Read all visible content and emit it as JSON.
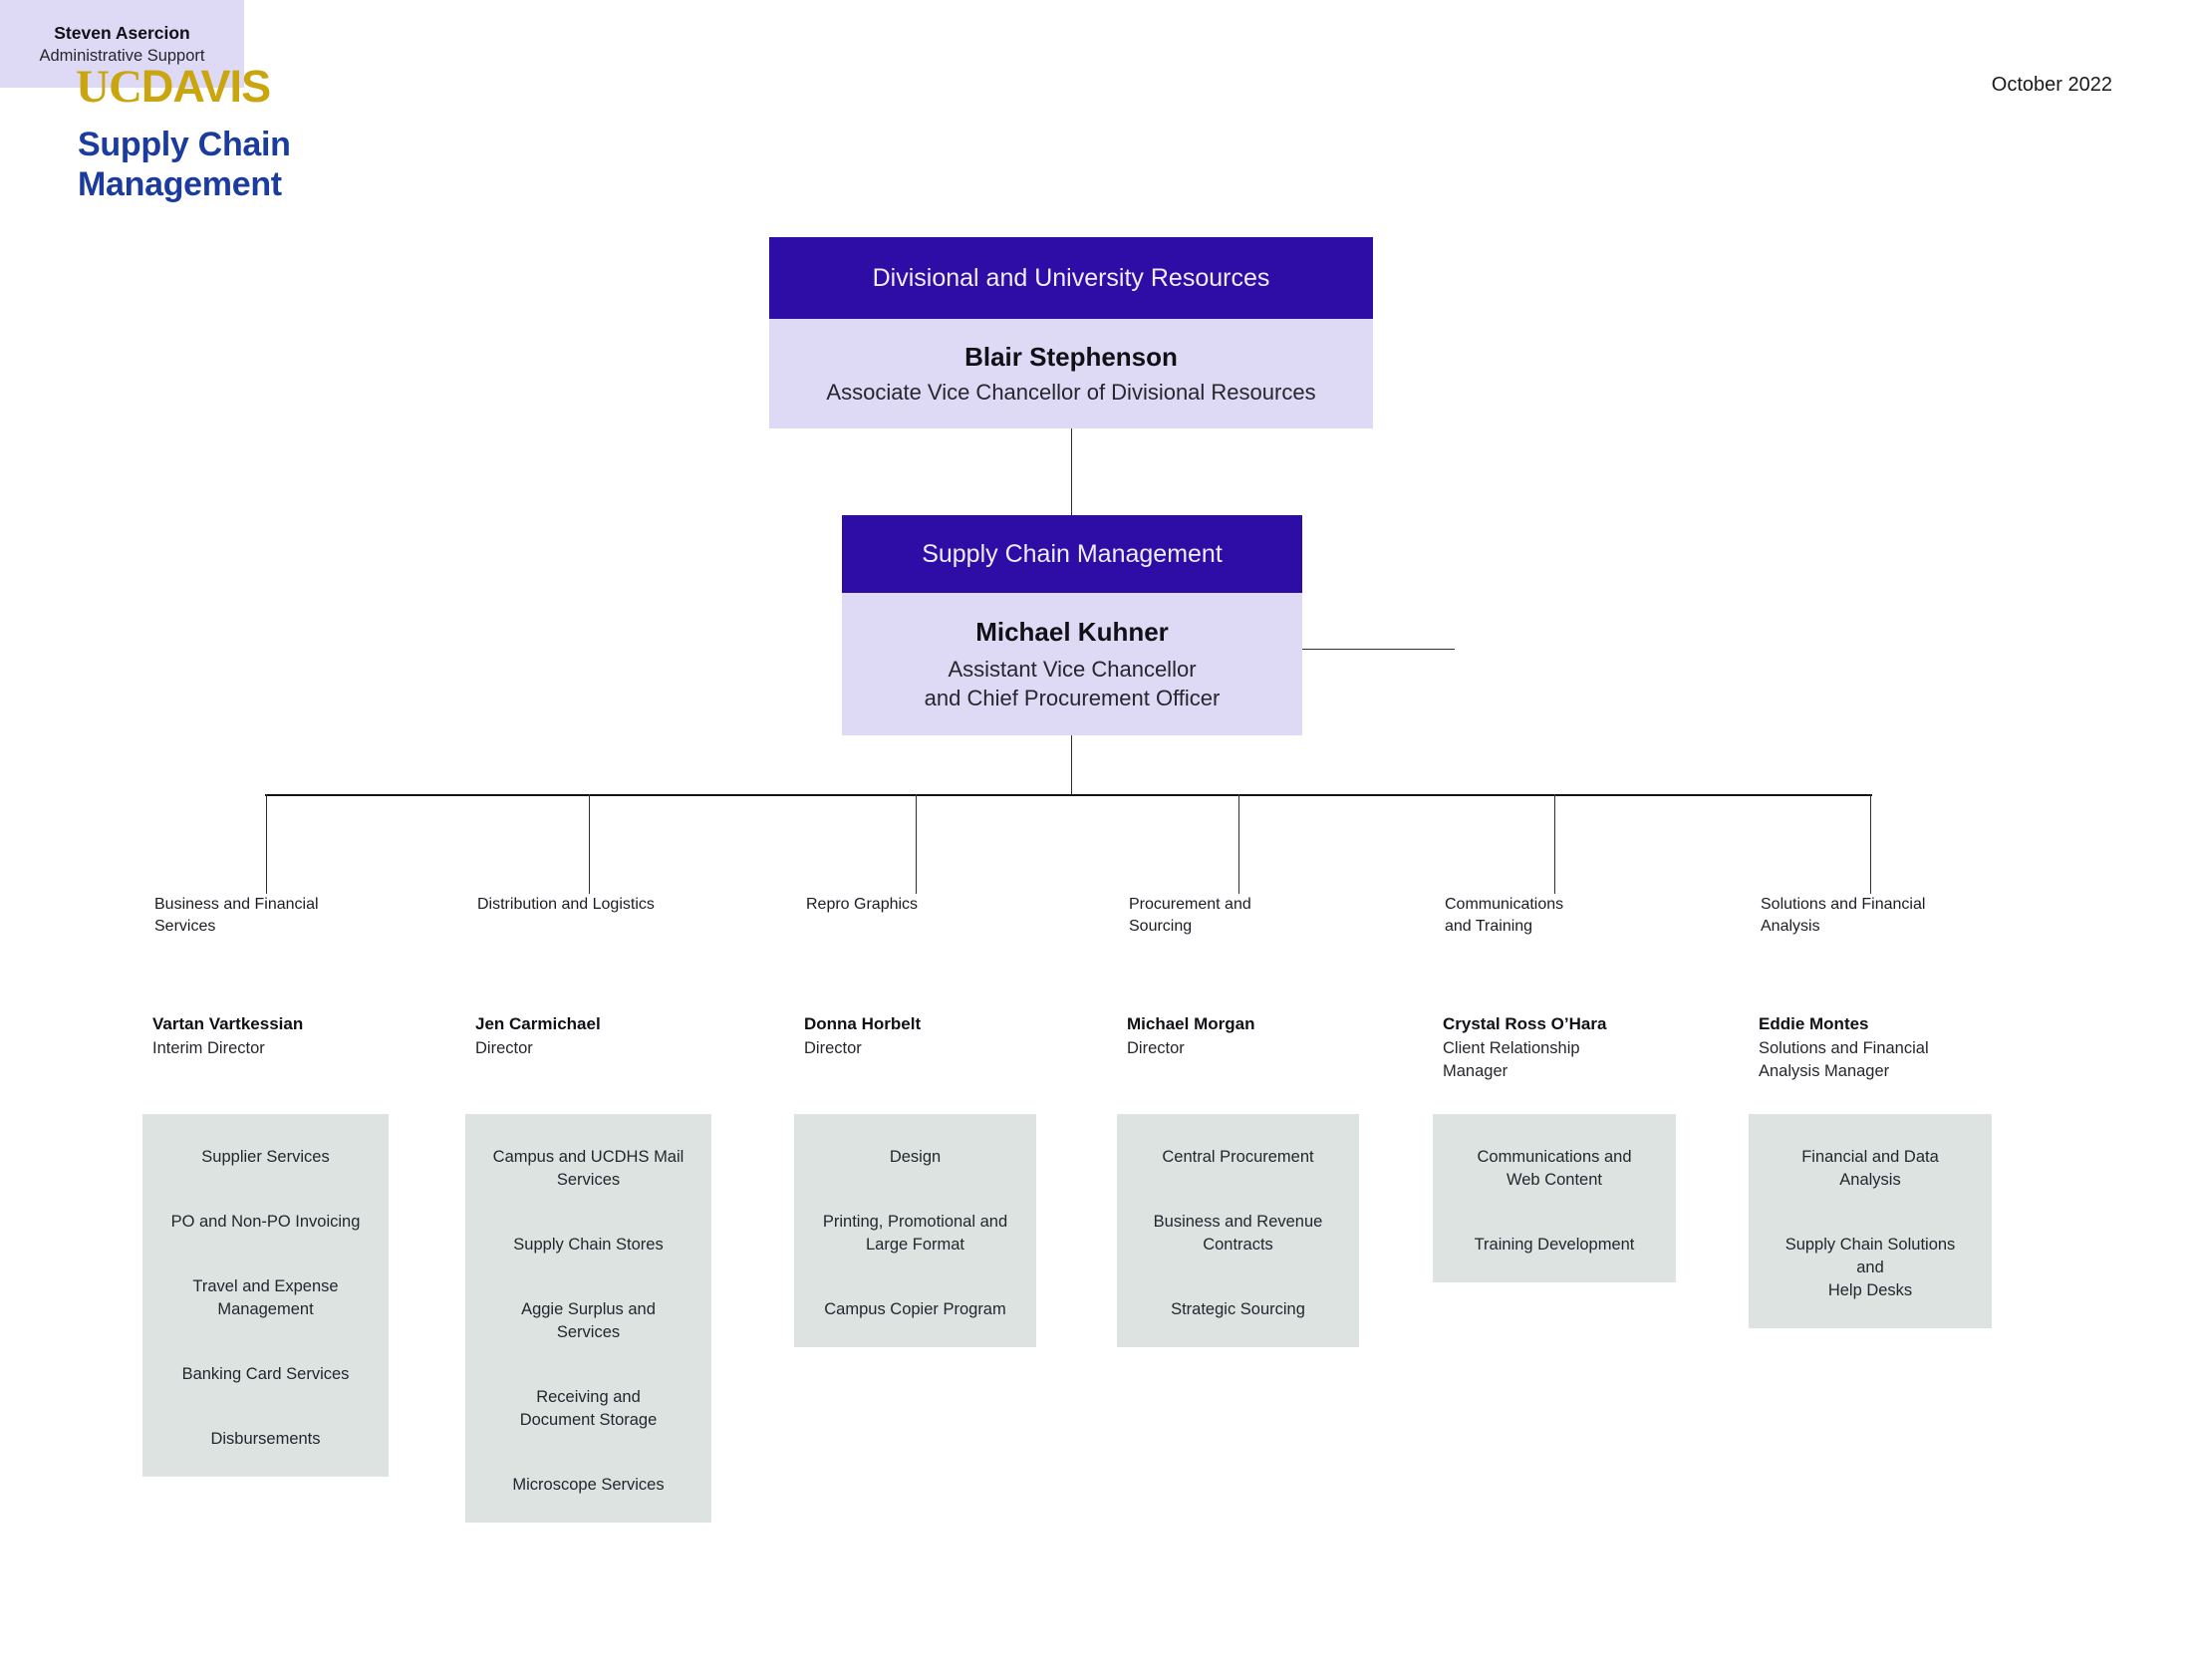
{
  "page": {
    "date": "October 2022"
  },
  "logo": {
    "uc": "UC",
    "davis": "DAVIS",
    "title": "Supply Chain\nManagement"
  },
  "colors": {
    "unit_header_bg": "#2E0DA6",
    "person_bg": "#DED9F4",
    "services_bg": "#DCE3E1",
    "logo_gold": "#C9A60E",
    "logo_blue": "#1B3C9E"
  },
  "org": {
    "root": {
      "dept": "Divisional and University Resources",
      "name": "Blair Stephenson",
      "title": "Associate Vice Chancellor of Divisional Resources"
    },
    "avc": {
      "dept": "Supply Chain Management",
      "name": "Michael Kuhner",
      "title": "Assistant Vice Chancellor\nand Chief Procurement Officer"
    },
    "support": {
      "name": "Steven Asercion",
      "title": "Administrative Support"
    },
    "units": [
      {
        "dept": "Business and Financial\nServices",
        "name": "Vartan Vartkessian",
        "title": "Interim Director",
        "services": [
          "Supplier Services",
          "PO and Non-PO Invoicing",
          "Travel and Expense\nManagement",
          "Banking Card Services",
          "Disbursements"
        ]
      },
      {
        "dept": "Distribution and Logistics",
        "name": "Jen Carmichael",
        "title": "Director",
        "services": [
          "Campus and UCDHS Mail\nServices",
          "Supply Chain Stores",
          "Aggie Surplus and\nServices",
          "Receiving and\nDocument Storage",
          "Microscope Services"
        ]
      },
      {
        "dept": "Repro Graphics",
        "name": "Donna Horbelt",
        "title": "Director",
        "services": [
          "Design",
          "Printing, Promotional and\nLarge Format",
          "Campus Copier Program"
        ]
      },
      {
        "dept": "Procurement and\nSourcing",
        "name": "Michael Morgan",
        "title": "Director",
        "services": [
          "Central Procurement",
          "Business and Revenue\nContracts",
          "Strategic Sourcing"
        ]
      },
      {
        "dept": "Communications\nand Training",
        "name": "Crystal Ross O’Hara",
        "title": "Client Relationship\nManager",
        "services": [
          "Communications and\nWeb Content",
          "Training Development"
        ]
      },
      {
        "dept": "Solutions and Financial\nAnalysis",
        "name": "Eddie Montes",
        "title": "Solutions and Financial\nAnalysis Manager",
        "services": [
          "Financial and Data\nAnalysis",
          "Supply Chain Solutions\nand\nHelp Desks"
        ]
      }
    ]
  }
}
